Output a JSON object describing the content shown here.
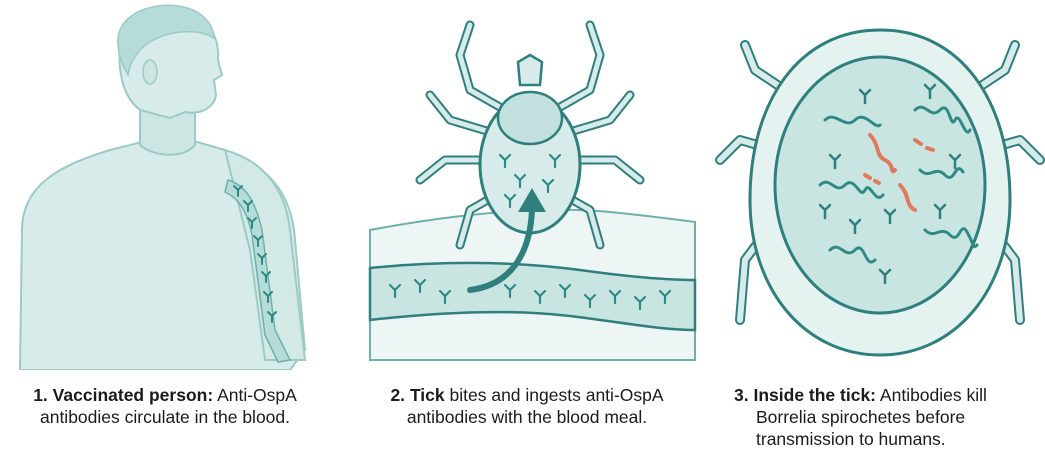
{
  "panels": [
    {
      "number": "1.",
      "title": "Vaccinated person:",
      "text": "Anti-OspA antibodies circulate in the blood.",
      "icon": "person-arm-vein-illustration"
    },
    {
      "number": "2.",
      "title": "Tick",
      "text": "bites and ingests anti-OspA antibodies with the blood meal.",
      "icon": "tick-feeding-illustration"
    },
    {
      "number": "3.",
      "title": "Inside the tick:",
      "text_line1": "Antibodies kill",
      "text_line2": "Borrelia spirochetes before transmission to humans.",
      "icon": "tick-gut-spirochetes-illustration"
    }
  ],
  "colors": {
    "outline": "#2f7f7d",
    "fill_light": "#d7ecea",
    "fill_mid": "#b5dcd8",
    "antibody": "#2f8a86",
    "spirochete_dead": "#e07a5f",
    "text": "#1b1b1b"
  }
}
